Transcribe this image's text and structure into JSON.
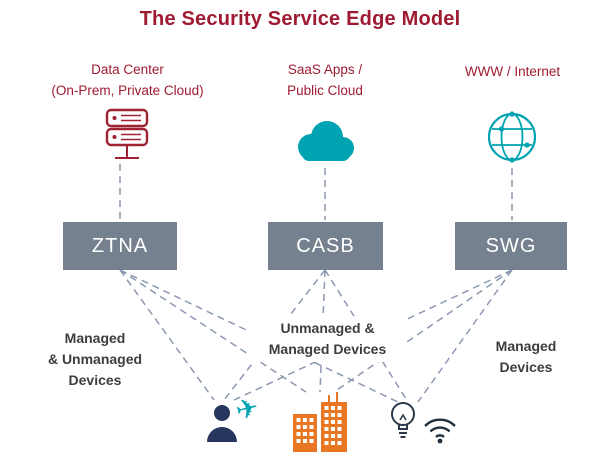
{
  "title": "The Security Service Edge Model",
  "columns": [
    {
      "header": "Data Center\n(On-Prem, Private Cloud)",
      "icon": "server-rack-icon",
      "box_label": "ZTNA"
    },
    {
      "header": "SaaS Apps /\nPublic Cloud",
      "icon": "cloud-icon",
      "box_label": "CASB"
    },
    {
      "header": "WWW / Internet",
      "icon": "globe-network-icon",
      "box_label": "SWG"
    }
  ],
  "device_groups": [
    {
      "label": "Managed\n& Unmanaged\nDevices",
      "icon": "traveler-person-plane-icon"
    },
    {
      "label": "Unmanaged &\nManaged Devices",
      "icon": "city-buildings-icon"
    },
    {
      "label": "Managed\nDevices",
      "icon": "lightbulb-wifi-icon"
    }
  ],
  "icons": {
    "plane_glyph": "✈"
  },
  "colors": {
    "title_text": "#9E1B32",
    "header_text": "#9E1B32",
    "box_fill": "#75818F",
    "box_text": "#FFFFFF",
    "dashed_line": "#8B98B0",
    "teal": "#00A3B1",
    "maroon_icon": "#9E2434",
    "orange": "#E97623",
    "navy": "#26365E",
    "device_label_text": "#3D3D3D"
  }
}
